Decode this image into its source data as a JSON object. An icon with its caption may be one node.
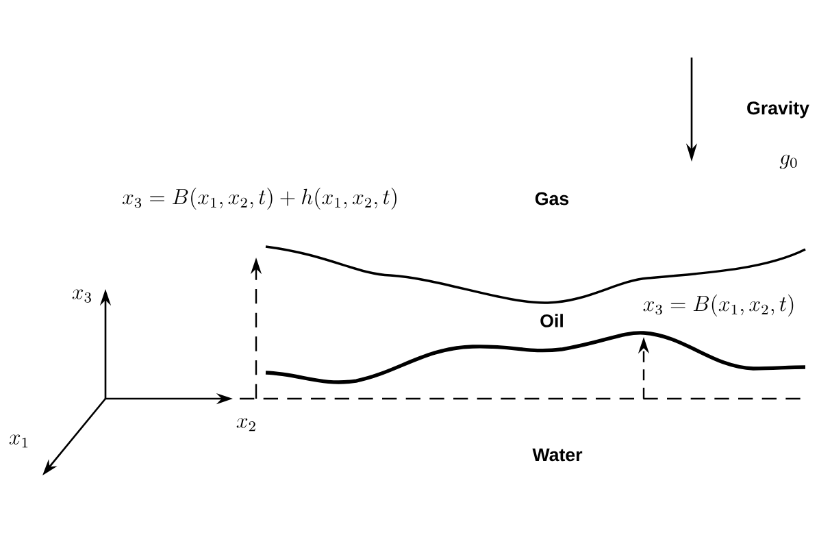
{
  "diagram": {
    "labels": [
      "Gravity",
      "g_0",
      "x_3=B(x_1,x_2,t)+h(x_1,x_2,t)",
      "Gas",
      "x_3",
      "x_3=B(x_1,x_2,t)",
      "Oil",
      "x_2",
      "x_1",
      "Water"
    ]
  }
}
